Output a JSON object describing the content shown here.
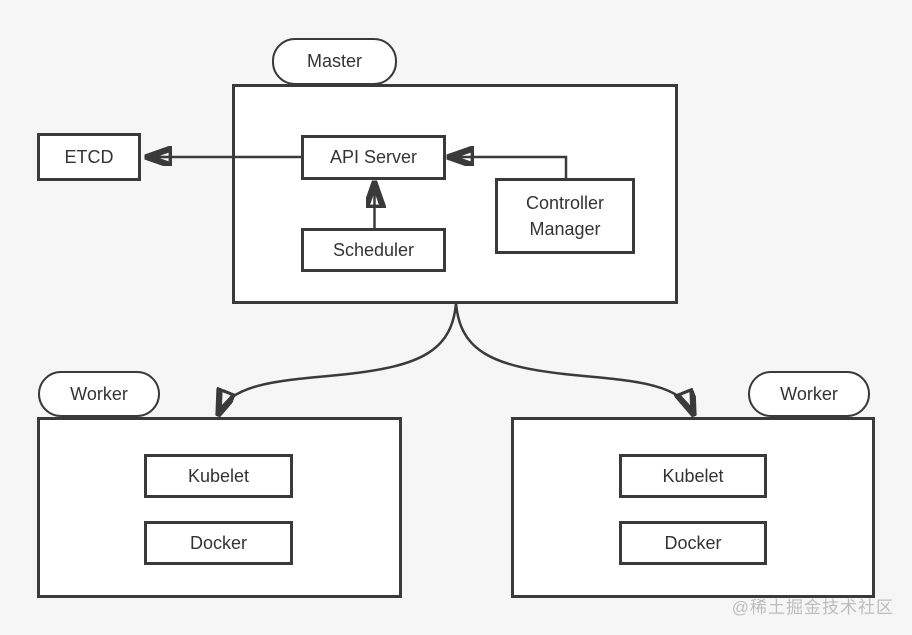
{
  "colors": {
    "background": "#f6f6f6",
    "node_fill": "#ffffff",
    "line": "#3a3a3a",
    "text": "#333333",
    "watermark": "#bdbdbd"
  },
  "nodes": {
    "master_label": "Master",
    "etcd": "ETCD",
    "api_server": "API Server",
    "scheduler": "Scheduler",
    "controller_manager": "Controller Manager",
    "worker_left_label": "Worker",
    "worker_right_label": "Worker",
    "kubelet_left": "Kubelet",
    "docker_left": "Docker",
    "kubelet_right": "Kubelet",
    "docker_right": "Docker"
  },
  "edges": [
    {
      "from": "API Server",
      "to": "ETCD",
      "type": "arrow"
    },
    {
      "from": "Controller Manager",
      "to": "API Server",
      "type": "elbow-arrow"
    },
    {
      "from": "Scheduler",
      "to": "API Server",
      "type": "arrow"
    },
    {
      "from": "Master",
      "to": "Worker (left)",
      "type": "curved-arrow"
    },
    {
      "from": "Master",
      "to": "Worker (right)",
      "type": "curved-arrow"
    }
  ],
  "watermark": "@稀土掘金技术社区"
}
